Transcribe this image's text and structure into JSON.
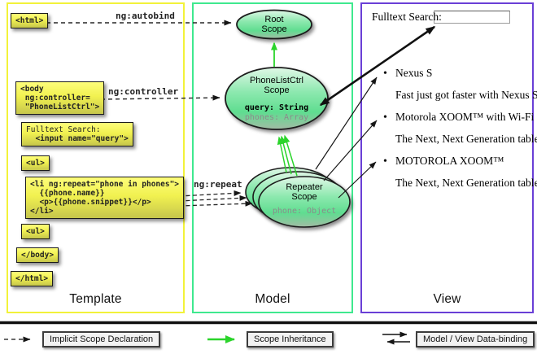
{
  "panels": {
    "template": {
      "label": "Template"
    },
    "model": {
      "label": "Model"
    },
    "view": {
      "label": "View"
    }
  },
  "template_code": {
    "html_open": "<html>",
    "body_open": "<body\n ng:controller=\n \"PhoneListCtrl\">",
    "fulltext_label_line": "Fulltext Search:",
    "fulltext_input_line": "  <input name=\"query\">",
    "ul_open": "<ul>",
    "li_repeat": "<li ng:repeat=\"phone in phones\">\n  {{phone.name}}\n  <p>{{phone.snippet}}</p>\n</li>",
    "ul_close": "<ul>",
    "body_close": "</body>",
    "html_close": "</html>"
  },
  "connector_labels": {
    "autobind": "ng:autobind",
    "controller": "ng:controller",
    "repeat": "ng:repeat"
  },
  "model_scopes": {
    "root": {
      "title": "Root\nScope"
    },
    "phonelist": {
      "title": "PhoneListCtrl\nScope",
      "prop_query": "query: String",
      "prop_phones": "phones: Array"
    },
    "repeater": {
      "title": "Repeater\nScope",
      "prop_phone": "phone: Object"
    }
  },
  "view": {
    "search_label": "Fulltext Search:",
    "search_value": "",
    "items": [
      {
        "bullet": "•",
        "title": "Nexus S",
        "snippet": "Fast just got faster with Nexus S."
      },
      {
        "bullet": "•",
        "title": "Motorola XOOM™  with Wi-Fi",
        "snippet": "The Next, Next Generation tablet."
      },
      {
        "bullet": "•",
        "title": "MOTOROLA XOOM™",
        "snippet": "The Next, Next Generation tablet."
      }
    ]
  },
  "legend": {
    "implicit": "Implicit Scope Declaration",
    "inheritance": "Scope Inheritance",
    "databinding": "Model / View Data-binding"
  },
  "colors": {
    "template_border": "#f2f23a",
    "model_border": "#3fe98f",
    "view_border": "#6a3fd6",
    "code_box_yellow": "#f1f150",
    "scope_green": "#79e39e",
    "inheritance_arrow_green": "#2bd42b",
    "arrow_black": "#161616"
  }
}
